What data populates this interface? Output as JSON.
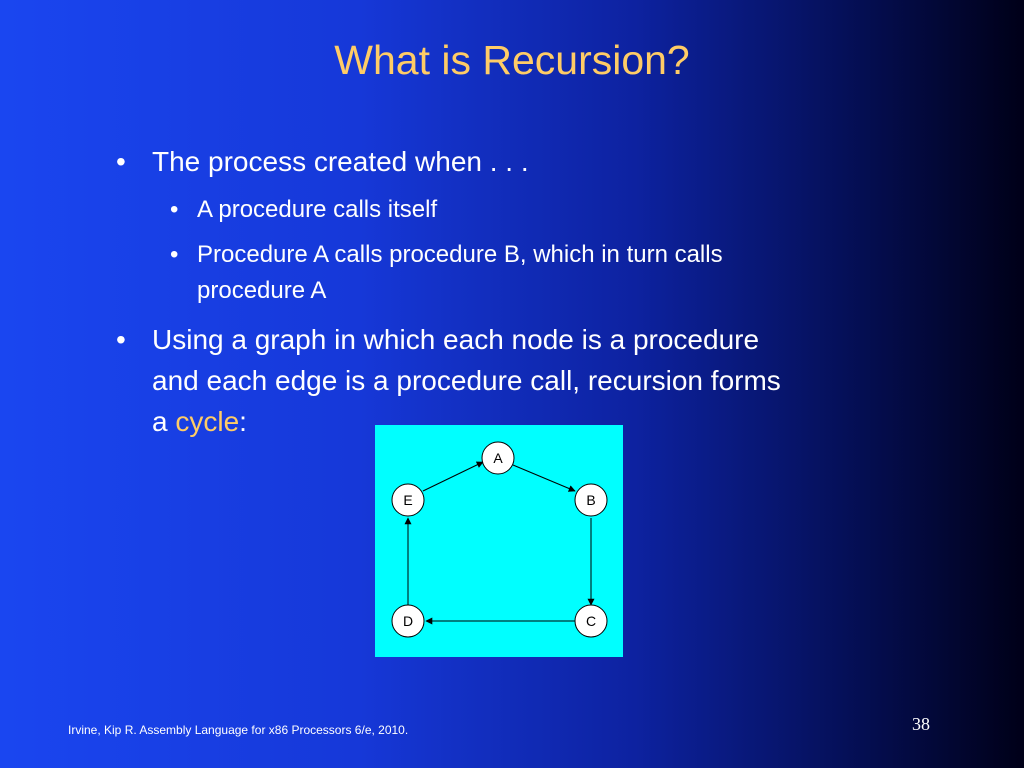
{
  "slide": {
    "title": "What is Recursion?",
    "bullets": [
      {
        "text": "The process created when . . .",
        "sub": [
          {
            "text": "A procedure calls itself"
          },
          {
            "line1": "Procedure A calls procedure B, which in turn calls",
            "line2": "procedure A"
          }
        ]
      },
      {
        "line1": "Using a graph in which each node is a procedure",
        "line2": "and each edge is a procedure call, recursion forms",
        "line3_prefix": "a ",
        "line3_highlight": "cycle",
        "line3_suffix": ":"
      }
    ],
    "bullet_char": "•",
    "diagram": {
      "nodes": [
        "A",
        "B",
        "C",
        "D",
        "E"
      ],
      "edges": [
        [
          "A",
          "B"
        ],
        [
          "B",
          "C"
        ],
        [
          "C",
          "D"
        ],
        [
          "D",
          "E"
        ],
        [
          "E",
          "A"
        ]
      ],
      "background": "#00ffff"
    },
    "footer": "Irvine, Kip R. Assembly Language for x86 Processors 6/e, 2010.",
    "page_number": "38"
  },
  "colors": {
    "title": "#ffcc66",
    "text": "#ffffff",
    "highlight": "#ffcc66"
  }
}
